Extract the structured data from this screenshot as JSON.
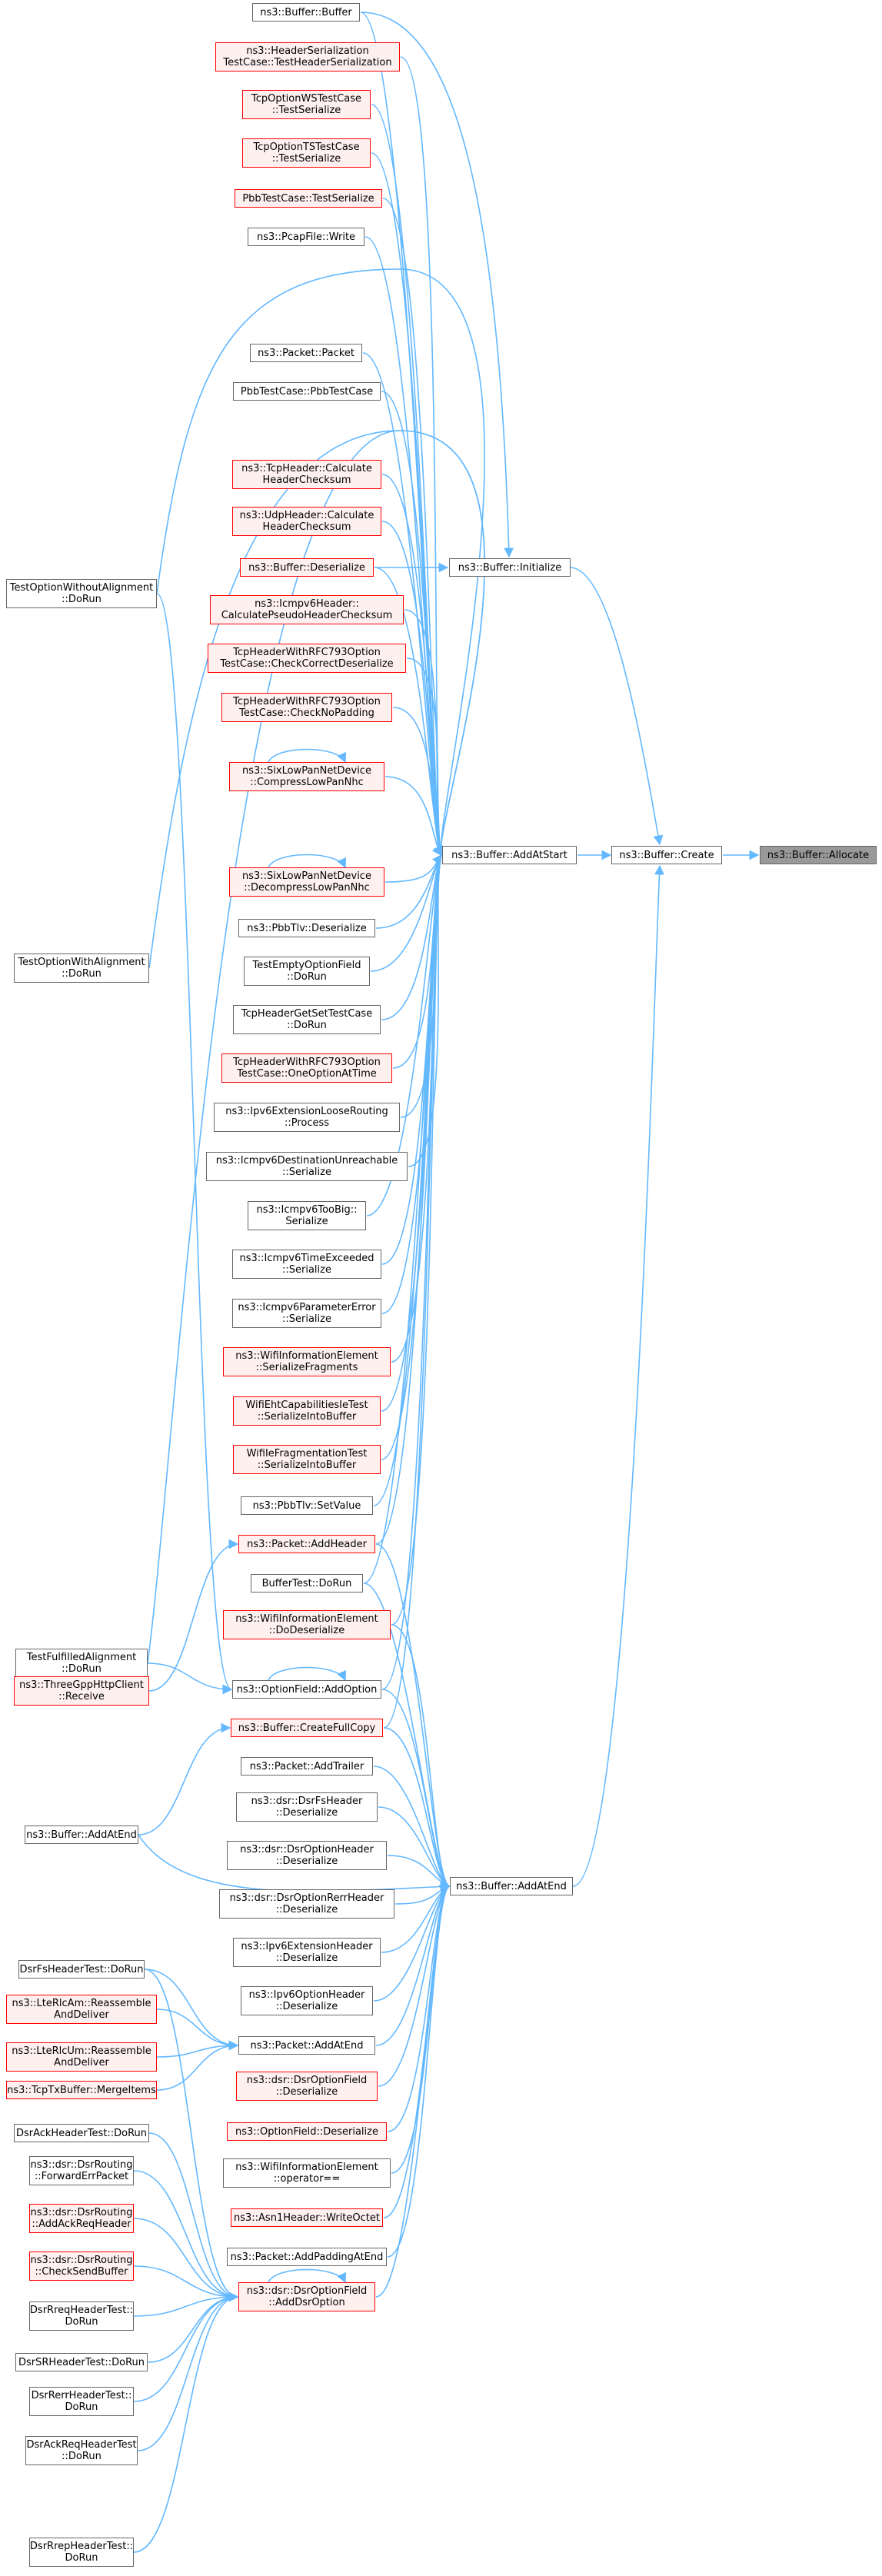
{
  "colors": {
    "edge": "#63b8ff",
    "node_border": "#666666",
    "node_border_truncated": "#ff0000",
    "node_fill_truncated": "#fff0f0",
    "target_fill": "#999999"
  },
  "nodes": {
    "allocate": "ns3::Buffer::Allocate",
    "create": "ns3::Buffer::Create",
    "initialize": "ns3::Buffer::Initialize",
    "addatstart": "ns3::Buffer::AddAtStart",
    "addatend": "ns3::Buffer::AddAtEnd",
    "bufbuffer": "ns3::Buffer::Buffer",
    "hdrser": "ns3::HeaderSerialization\nTestCase::TestHeaderSerialization",
    "tcpws": "TcpOptionWSTestCase\n::TestSerialize",
    "tcpts": "TcpOptionTSTestCase\n::TestSerialize",
    "pbbser": "PbbTestCase::TestSerialize",
    "pcapwrite": "ns3::PcapFile::Write",
    "pktpkt": "ns3::Packet::Packet",
    "pbbctor": "PbbTestCase::PbbTestCase",
    "tcpcalc": "ns3::TcpHeader::Calculate\nHeaderChecksum",
    "udpcalc": "ns3::UdpHeader::Calculate\nHeaderChecksum",
    "bufdeser": "ns3::Buffer::Deserialize",
    "icmp6pseudo": "ns3::Icmpv6Header::\nCalculatePseudoHeaderChecksum",
    "tcp793correct": "TcpHeaderWithRFC793Option\nTestCase::CheckCorrectDeserialize",
    "tcp793nopad": "TcpHeaderWithRFC793Option\nTestCase::CheckNoPadding",
    "sixcompress": "ns3::SixLowPanNetDevice\n::CompressLowPanNhc",
    "sixdecompress": "ns3::SixLowPanNetDevice\n::DecompressLowPanNhc",
    "pbbtlvdeser": "ns3::PbbTlv::Deserialize",
    "tcpemptyopt": "TestEmptyOptionField\n::DoRun",
    "tcphdrgetset": "TcpHeaderGetSetTestCase\n::DoRun",
    "tcp793oneopt": "TcpHeaderWithRFC793Option\nTestCase::OneOptionAtTime",
    "ipv6loose": "ns3::Ipv6ExtensionLooseRouting\n::Process",
    "icmp6dest": "ns3::Icmpv6DestinationUnreachable\n::Serialize",
    "icmp6toobig": "ns3::Icmpv6TooBig::\nSerialize",
    "icmp6timeex": "ns3::Icmpv6TimeExceeded\n::Serialize",
    "icmp6param": "ns3::Icmpv6ParameterError\n::Serialize",
    "wifiserfrag": "ns3::WifiInformationElement\n::SerializeFragments",
    "wifieht": "WifiEhtCapabilitiesIeTest\n::SerializeIntoBuffer",
    "wifiiefrag": "WifiIeFragmentationTest\n::SerializeIntoBuffer",
    "pbbtlvset": "ns3::PbbTlv::SetValue",
    "pktaddheader": "ns3::Packet::AddHeader",
    "buftestdorun": "BufferTest::DoRun",
    "wifidodeser": "ns3::WifiInformationElement\n::DoDeserialize",
    "optaddoption": "ns3::OptionField::AddOption",
    "bufcreatefull": "ns3::Buffer::CreateFullCopy",
    "pktaddtrailer": "ns3::Packet::AddTrailer",
    "dsrfsdeser": "ns3::dsr::DsrFsHeader\n::Deserialize",
    "dsroptheaderdeser": "ns3::dsr::DsrOptionHeader\n::Deserialize",
    "dsrrerrdeser": "ns3::dsr::DsrOptionRerrHeader\n::Deserialize",
    "ipv6extdeser": "ns3::Ipv6ExtensionHeader\n::Deserialize",
    "ipv6optdeser": "ns3::Ipv6OptionHeader\n::Deserialize",
    "pktaddatend": "ns3::Packet::AddAtEnd",
    "dsroptfielddeser": "ns3::dsr::DsrOptionField\n::Deserialize",
    "optfielddeser": "ns3::OptionField::Deserialize",
    "wifiopeq": "ns3::WifiInformationElement\n::operator==",
    "asn1write": "ns3::Asn1Header::WriteOctet",
    "pktaddpadding": "ns3::Packet::AddPaddingAtEnd",
    "dsraddopt": "ns3::dsr::DsrOptionField\n::AddDsrOption",
    "tcpwithoutalign": "TestOptionWithoutAlignment\n::DoRun",
    "tcpwithalign": "TestOptionWithAlignment\n::DoRun",
    "tcpfulfilled": "TestFulfilledAlignment\n::DoRun",
    "threegpp": "ns3::ThreeGppHttpClient\n::Receive",
    "bufaddatend2": "ns3::Buffer::AddAtEnd",
    "dsrfstest": "DsrFsHeaderTest::DoRun",
    "lteam": "ns3::LteRlcAm::Reassemble\nAndDeliver",
    "lteum": "ns3::LteRlcUm::Reassemble\nAndDeliver",
    "tcptxmerge": "ns3::TcpTxBuffer::MergeItems",
    "dsracktest": "DsrAckHeaderTest::DoRun",
    "dsrfwderr": "ns3::dsr::DsrRouting\n::ForwardErrPacket",
    "dsraddackreq": "ns3::dsr::DsrRouting\n::AddAckReqHeader",
    "dsrchecksend": "ns3::dsr::DsrRouting\n::CheckSendBuffer",
    "dsrrreqtest": "DsrRreqHeaderTest::\nDoRun",
    "dsrsrtest": "DsrSRHeaderTest::DoRun",
    "dsrrerrtest": "DsrRerrHeaderTest::\nDoRun",
    "dsrackreqtest": "DsrAckReqHeaderTest\n::DoRun",
    "dsrrreptest": "DsrRrepHeaderTest::\nDoRun"
  }
}
